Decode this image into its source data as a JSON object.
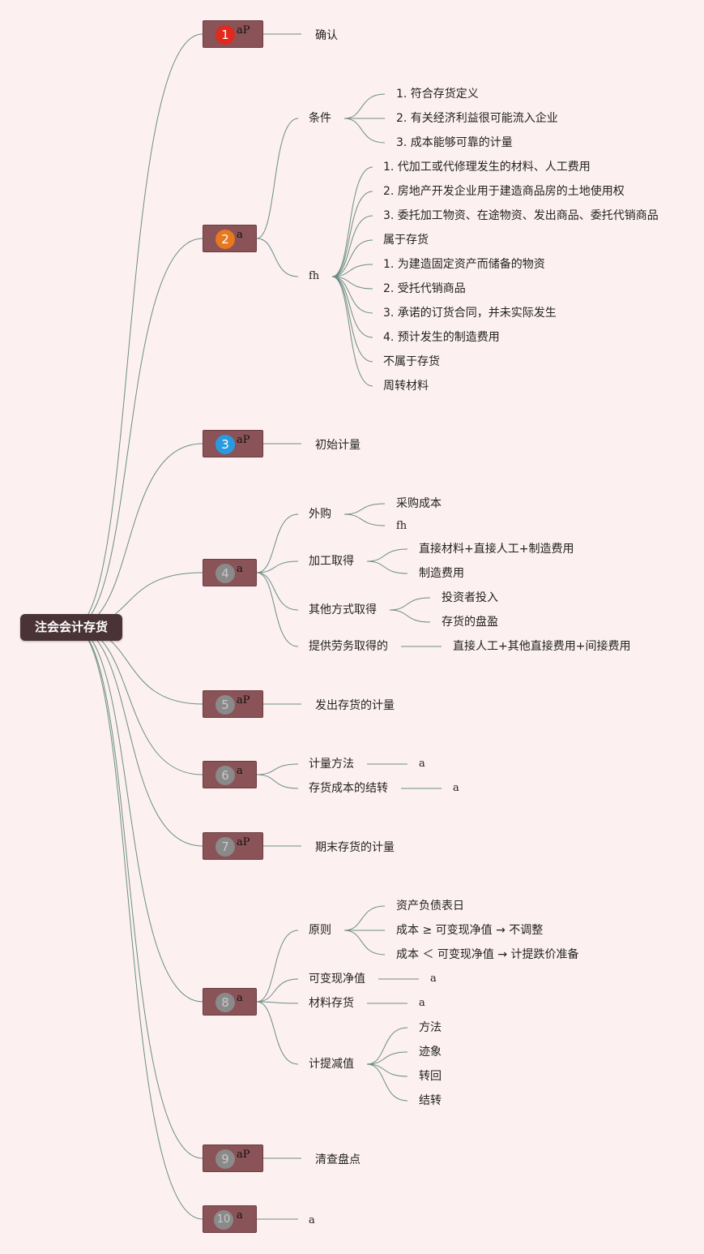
{
  "root": "注会会计存货",
  "colors": {
    "red": "#e02a1e",
    "orange": "#e8781e",
    "blue": "#2a9ae0",
    "gray": "#8a8a8a"
  },
  "topics": [
    {
      "badge": "1",
      "suffix": "aP",
      "badge_color": "red"
    },
    {
      "badge": "2",
      "suffix": "a",
      "badge_color": "orange"
    },
    {
      "badge": "3",
      "suffix": "aP",
      "badge_color": "blue"
    },
    {
      "badge": "4",
      "suffix": "a",
      "badge_color": "gray"
    },
    {
      "badge": "5",
      "suffix": "aP",
      "badge_color": "gray"
    },
    {
      "badge": "6",
      "suffix": "a",
      "badge_color": "gray"
    },
    {
      "badge": "7",
      "suffix": "aP",
      "badge_color": "gray"
    },
    {
      "badge": "8",
      "suffix": "a",
      "badge_color": "gray"
    },
    {
      "badge": "9",
      "suffix": "aP",
      "badge_color": "gray"
    },
    {
      "badge": "10",
      "suffix": "a",
      "badge_color": "gray"
    }
  ],
  "labels": {
    "confirm": "确认",
    "condition": "条件",
    "cond1": "1. 符合存货定义",
    "cond2": "2. 有关经济利益很可能流入企业",
    "cond3": "3. 成本能够可靠的计量",
    "fh": "fh",
    "fh1": "1. 代加工或代修理发生的材料、人工费用",
    "fh2": "2. 房地产开发企业用于建造商品房的土地使用权",
    "fh3": "3. 委托加工物资、在途物资、发出商品、委托代销商品",
    "fh4": "属于存货",
    "fh5": "1. 为建造固定资产而储备的物资",
    "fh6": "2. 受托代销商品",
    "fh7": "3. 承诺的订货合同，并未实际发生",
    "fh8": "4. 预计发生的制造费用",
    "fh9": "不属于存货",
    "fh10": "周转材料",
    "initial": "初始计量",
    "purchase": "外购",
    "purchase_cost": "采购成本",
    "purchase_fh": "fh",
    "process": "加工取得",
    "process1": "直接材料+直接人工+制造费用",
    "process2": "制造费用",
    "other": "其他方式取得",
    "other1": "投资者投入",
    "other2": "存货的盘盈",
    "service": "提供劳务取得的",
    "service1": "直接人工+其他直接费用+间接费用",
    "issue": "发出存货的计量",
    "method": "计量方法",
    "method_a": "a",
    "carry": "存货成本的结转",
    "carry_a": "a",
    "ending": "期末存货的计量",
    "principle": "原则",
    "p1": "资产负债表日",
    "p2": "成本 ≥ 可变现净值 → 不调整",
    "p3": "成本 ＜ 可变现净值 → 计提跌价准备",
    "nrv": "可变现净值",
    "nrv_a": "a",
    "material": "材料存货",
    "material_a": "a",
    "impair": "计提减值",
    "i1": "方法",
    "i2": "迹象",
    "i3": "转回",
    "i4": "结转",
    "count": "清查盘点",
    "t10_a": "a"
  }
}
